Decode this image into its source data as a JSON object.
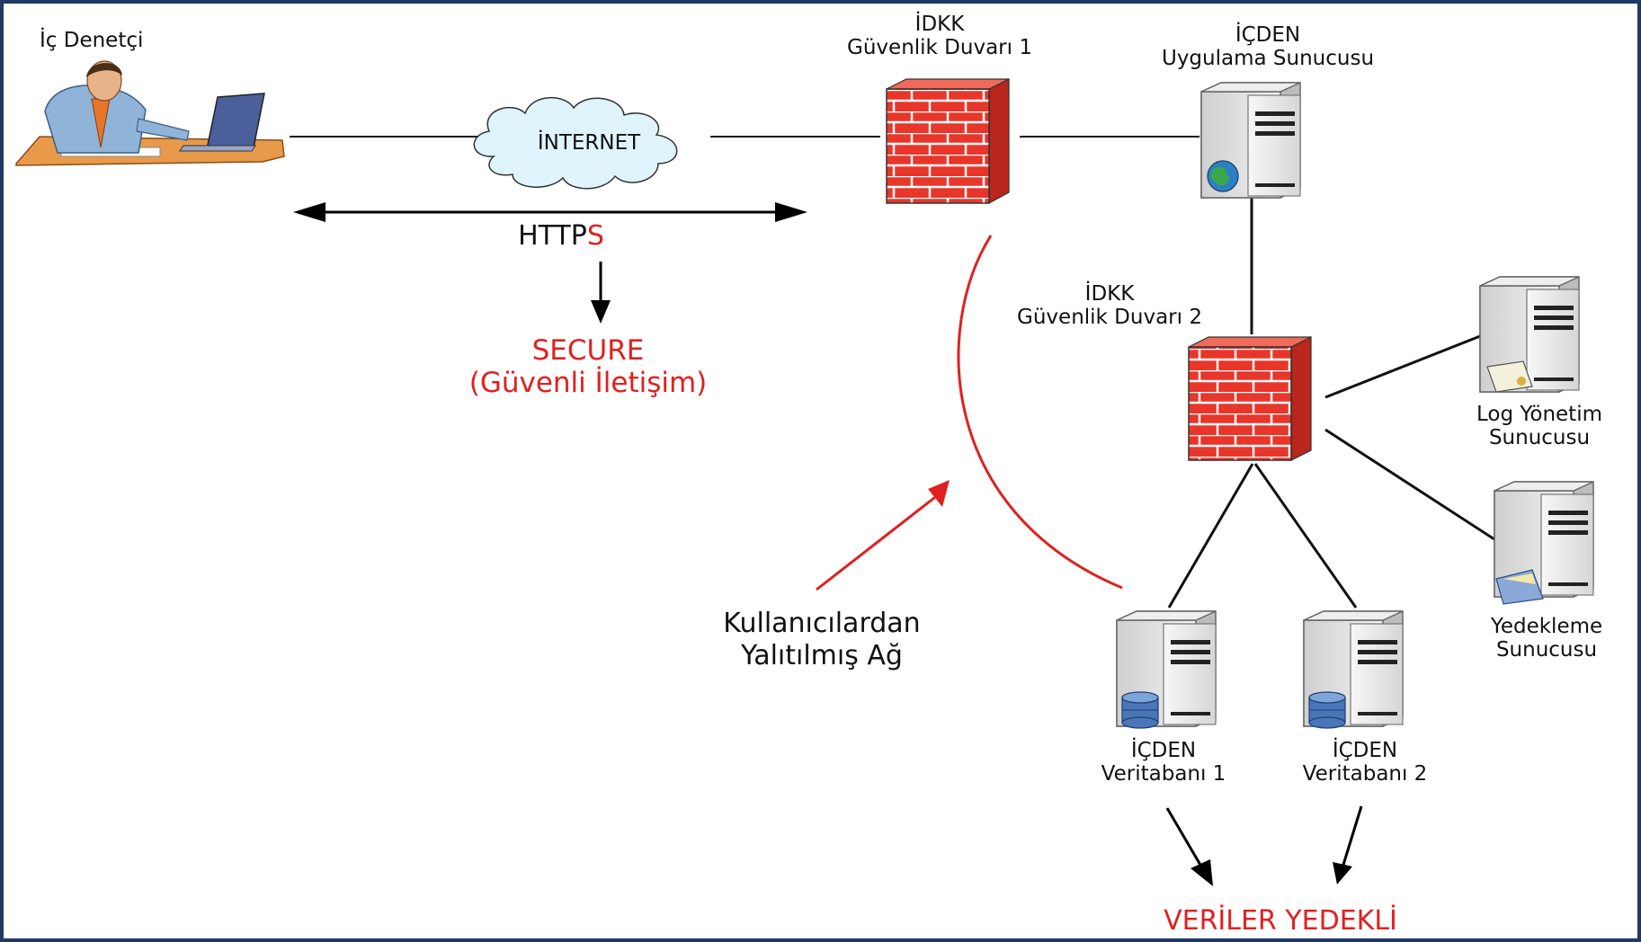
{
  "labels": {
    "auditor": "İç Denetçi",
    "internet": "İNTERNET",
    "firewall1_line1": "İDKK",
    "firewall1_line2": "Güvenlik Duvarı 1",
    "app_server_line1": "İÇDEN",
    "app_server_line2": "Uygulama Sunucusu",
    "https_main": "HTTP",
    "https_s": "S",
    "secure_line1": "SECURE",
    "secure_line2": "(Güvenli İletişim)",
    "firewall2_line1": "İDKK",
    "firewall2_line2": "Güvenlik Duvarı 2",
    "log_server_line1": "Log Yönetim",
    "log_server_line2": "Sunucusu",
    "backup_server_line1": "Yedekleme",
    "backup_server_line2": "Sunucusu",
    "isolated_line1": "Kullanıcılardan",
    "isolated_line2": "Yalıtılmış Ağ",
    "db1_line1": "İÇDEN",
    "db1_line2": "Veritabanı 1",
    "db2_line1": "İÇDEN",
    "db2_line2": "Veritabanı 2",
    "backup_note": "VERİLER YEDEKLİ"
  },
  "colors": {
    "frame": "#1f3a66",
    "accent_red": "#e02020",
    "brick": "#e8362a",
    "cloud": "#dff4fb",
    "server": "#e6e6e6"
  }
}
